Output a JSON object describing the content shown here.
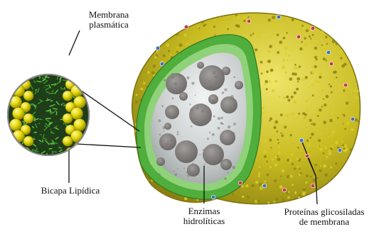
{
  "labels": {
    "membrane": [
      "Membrana",
      "plasmática"
    ],
    "bilayer": "Bicapa Lipídica",
    "enzymes": [
      "Enzimas",
      "hidrolíticas"
    ],
    "glyco": [
      "Proteínas glicosiladas",
      "de membrana"
    ]
  },
  "colors": {
    "lipid_head": "#d8cc2a",
    "lipid_head_dark": "#8f8512",
    "lipid_tail": "#3a9a2a",
    "inner_green": "#6cc35a",
    "lumen": "#bfc3c4",
    "granule": "#7a7674",
    "protein_red": "#c73a4a",
    "protein_blue": "#3f6fc2"
  }
}
